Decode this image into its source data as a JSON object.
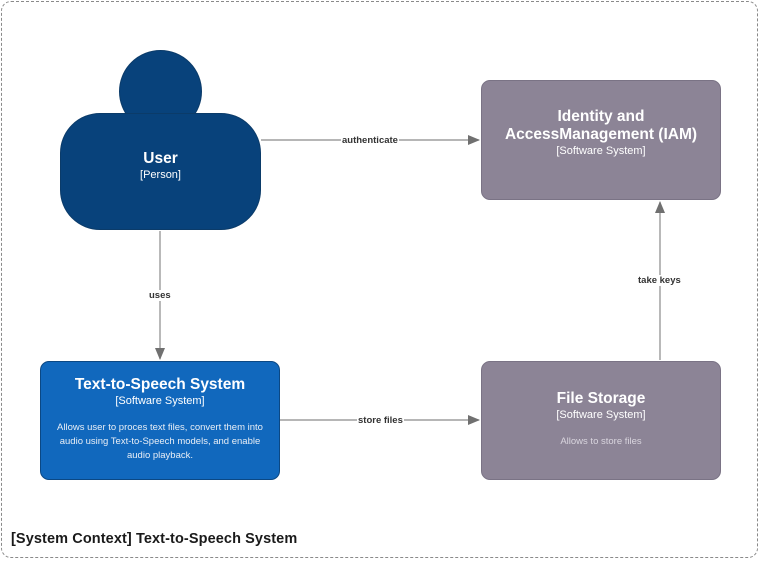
{
  "boundary": {
    "label": "[System Context] Text-to-Speech System"
  },
  "nodes": {
    "user": {
      "title": "User",
      "kind": "[Person]"
    },
    "tts": {
      "title": "Text-to-Speech System",
      "kind": "[Software System]",
      "description": "Allows user to proces text files, convert them into audio using Text-to-Speech models, and enable audio playback."
    },
    "iam": {
      "title": "Identity and AccessManagement (IAM)",
      "kind": "[Software System]"
    },
    "storage": {
      "title": "File Storage",
      "kind": "[Software System]",
      "description": "Allows to store files"
    }
  },
  "edges": {
    "authenticate": "authenticate",
    "uses": "uses",
    "store_files": "store files",
    "take_keys": "take keys"
  },
  "colors": {
    "person": "#08427b",
    "internal_system": "#1168bd",
    "external_system": "#8c8496",
    "edge": "#707070"
  }
}
